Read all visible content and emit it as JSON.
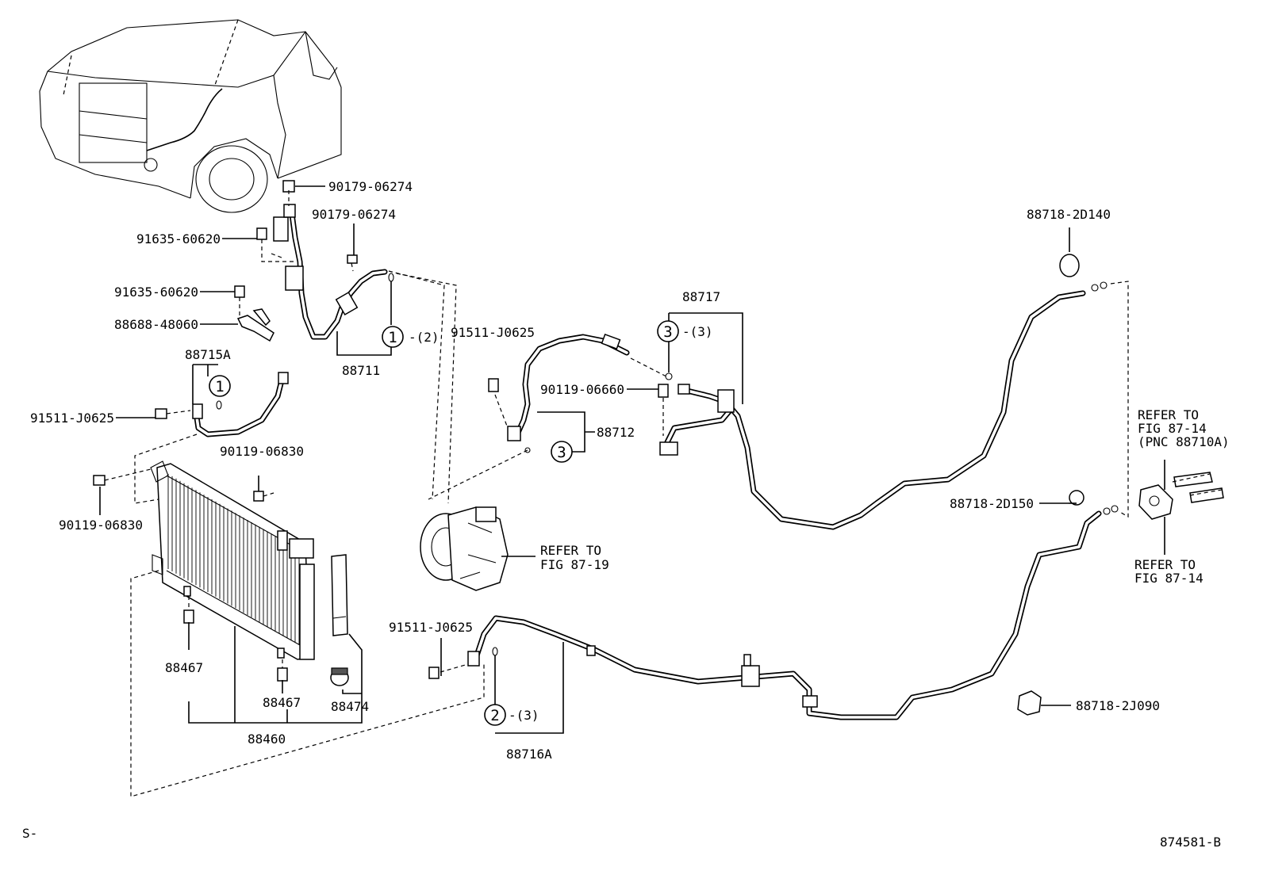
{
  "diagram": {
    "labels": {
      "p90179_06274_a": "90179-06274",
      "p90179_06274_b": "90179-06274",
      "p91635_60620_a": "91635-60620",
      "p91635_60620_b": "91635-60620",
      "p88688_48060": "88688-48060",
      "p88715A": "88715A",
      "p91511_J0625_a": "91511-J0625",
      "p88711": "88711",
      "p90119_06830_a": "90119-06830",
      "p90119_06830_b": "90119-06830",
      "p88467_a": "88467",
      "p88467_b": "88467",
      "p88474": "88474",
      "p88460": "88460",
      "p91511_J0625_b": "91511-J0625",
      "p88712": "88712",
      "p88717": "88717",
      "p90119_06660": "90119-06660",
      "refer_87_19_l1": "REFER TO",
      "refer_87_19_l2": "FIG 87-19",
      "p91511_J0625_c": "91511-J0625",
      "p88716A": "88716A",
      "p88718_2D140": "88718-2D140",
      "p88718_2D150": "88718-2D150",
      "refer_87_14a_l1": "REFER TO",
      "refer_87_14a_l2": "FIG 87-14",
      "refer_87_14a_l3": "(PNC 88710A)",
      "refer_87_14b_l1": "REFER TO",
      "refer_87_14b_l2": "FIG 87-14",
      "p88718_2J090": "88718-2J090",
      "qty_2": "-(2)",
      "qty_3a": "-(3)",
      "qty_3b": "-(3)",
      "footer_left": "S-",
      "footer_right": "874581-B"
    },
    "callouts": {
      "c1a": "1",
      "c1b": "1",
      "c2": "2",
      "c3a": "3",
      "c3b": "3"
    }
  }
}
